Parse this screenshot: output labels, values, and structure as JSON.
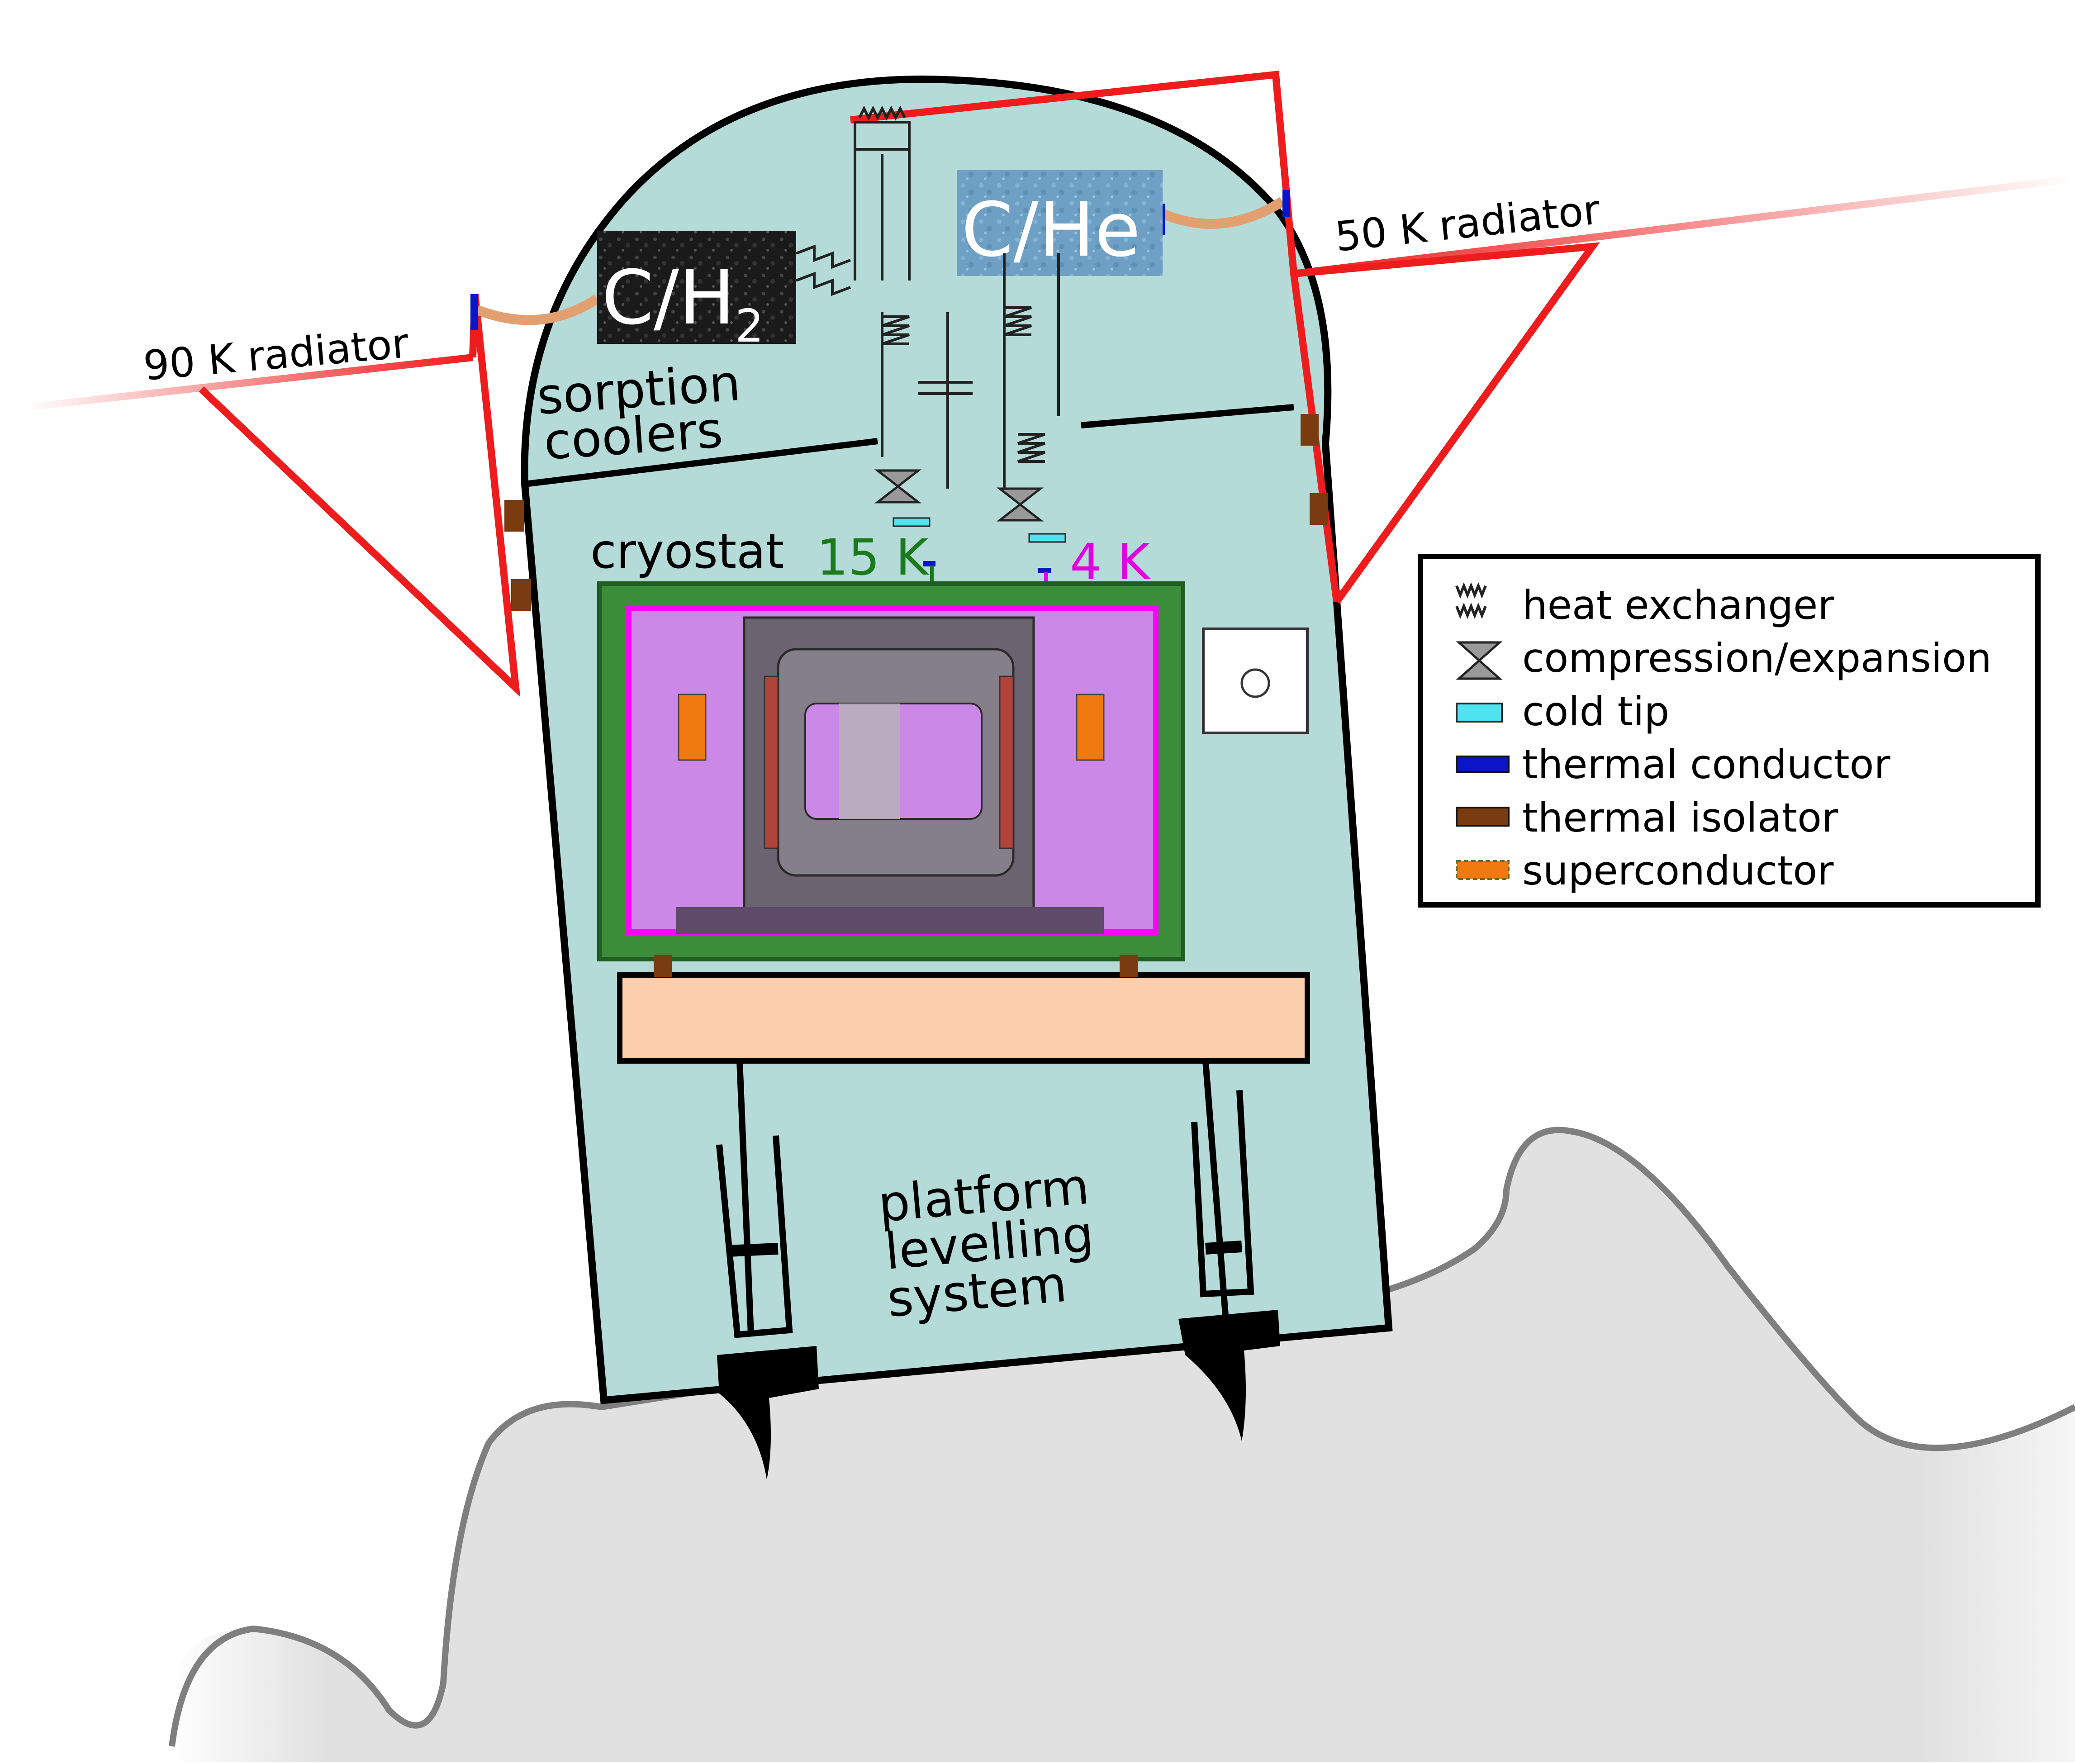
{
  "labels": {
    "radiator_90": "90 K radiator",
    "radiator_50": "50 K radiator",
    "cooler_h2_c": "C/H",
    "cooler_h2_sub": "2",
    "cooler_he": "C/He",
    "sorption_line1": "sorption",
    "sorption_line2": "coolers",
    "cryostat": "cryostat",
    "temp_15k": "15 K",
    "temp_4k": "4 K",
    "platform_line1": "platform",
    "platform_line2": "levelling",
    "platform_line3": "system"
  },
  "legend": {
    "items": [
      {
        "label": "heat exchanger",
        "icon": "heat-exchanger-icon"
      },
      {
        "label": "compression/expansion",
        "icon": "compression-expansion-icon"
      },
      {
        "label": "cold tip",
        "icon": "cold-tip-icon",
        "color": "#4fe3f0"
      },
      {
        "label": "thermal conductor",
        "icon": "thermal-conductor-icon",
        "color": "#0a14c8"
      },
      {
        "label": "thermal isolator",
        "icon": "thermal-isolator-icon",
        "color": "#7a3b10"
      },
      {
        "label": "superconductor",
        "icon": "superconductor-icon",
        "color": "#f07a10"
      }
    ]
  },
  "colors": {
    "vessel": "#b5dbd9",
    "radiator": "#ee1c1c",
    "cryostat_outer": "#2f7d32",
    "cryostat_inner": "#ff00ff",
    "label_15k": "#1b7a1b",
    "label_4k": "#e000e0",
    "ground": "#e1e1e1",
    "platform": "#fbcfad"
  }
}
